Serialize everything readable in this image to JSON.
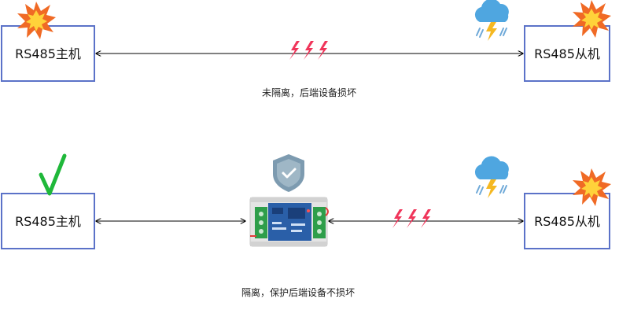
{
  "top": {
    "master_label": "RS485主机",
    "slave_label": "RS485从机",
    "caption": "未隔离，后端设备损坏",
    "master_status_icon": "explosion-icon",
    "slave_status_icons": [
      "thunderstorm-icon",
      "explosion-icon"
    ]
  },
  "bottom": {
    "master_label": "RS485主机",
    "slave_label": "RS485从机",
    "caption": "隔离，保护后端设备不损坏",
    "master_status_icon": "green-checkmark-icon",
    "isolator_icon": "rs485-isolator-module",
    "shield_icon": "shield-check-icon",
    "slave_status_icons": [
      "thunderstorm-icon",
      "explosion-icon"
    ]
  },
  "colors": {
    "box_border": "#5b72c8",
    "surge": "#f0355a",
    "explosion_outer": "#f06a25",
    "explosion_inner": "#ffd23a",
    "check": "#1fb83a",
    "shield": "#7d9bb0",
    "cloud": "#4fa6e0",
    "bolt": "#f5b821",
    "module_blue": "#2a5fa8",
    "terminal_green": "#2e9e4a"
  }
}
